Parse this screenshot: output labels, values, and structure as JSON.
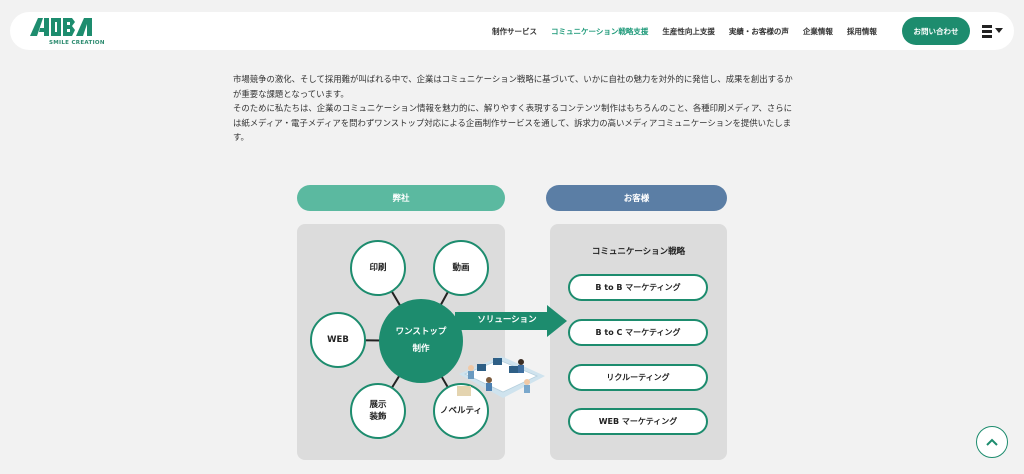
{
  "header": {
    "logo_text": "AOBA",
    "logo_sub": "SMILE CREATION",
    "nav": [
      {
        "label": "制作サービス",
        "active": false
      },
      {
        "label": "コミュニケーション戦略支援",
        "active": true
      },
      {
        "label": "生産性向上支援",
        "active": false
      },
      {
        "label": "実績・お客様の声",
        "active": false
      },
      {
        "label": "企業情報",
        "active": false
      },
      {
        "label": "採用情報",
        "active": false
      }
    ],
    "contact_label": "お問い合わせ",
    "menu_icon": "hamburger-icon"
  },
  "intro": {
    "para1": "市場競争の激化、そして採用難が叫ばれる中で、企業はコミュニケーション戦略に基づいて、いかに自社の魅力を対外的に発信し、成果を創出するかが重要な課題となっています。",
    "para2": "そのために私たちは、企業のコミュニケーション情報を魅力的に、解りやすく表現するコンテンツ制作はもちろんのこと、各種印刷メディア、さらには紙メディア・電子メディアを問わずワンストップ対応による企画制作サービスを通して、訴求力の高いメディアコミュニケーションを提供いたします。"
  },
  "diagram": {
    "left_header": "弊社",
    "right_header": "お客様",
    "center": "ワンストップ\n制作",
    "satellites": {
      "print": "印刷",
      "video": "動画",
      "web": "WEB",
      "exhibit": "展示\n装飾",
      "novelty": "ノベルティ"
    },
    "arrow_label": "ソリューション",
    "right_title": "コミュニケーション戦略",
    "solutions": [
      "B to B マーケティング",
      "B to C マーケティング",
      "リクルーティング",
      "WEB マーケティング"
    ]
  },
  "colors": {
    "brand_green": "#1d8c6e",
    "light_green": "#5bb9a0",
    "blue": "#5b7ea5",
    "panel_gray": "#dcdcdc"
  },
  "scroll_top_icon": "chevron-up-icon"
}
